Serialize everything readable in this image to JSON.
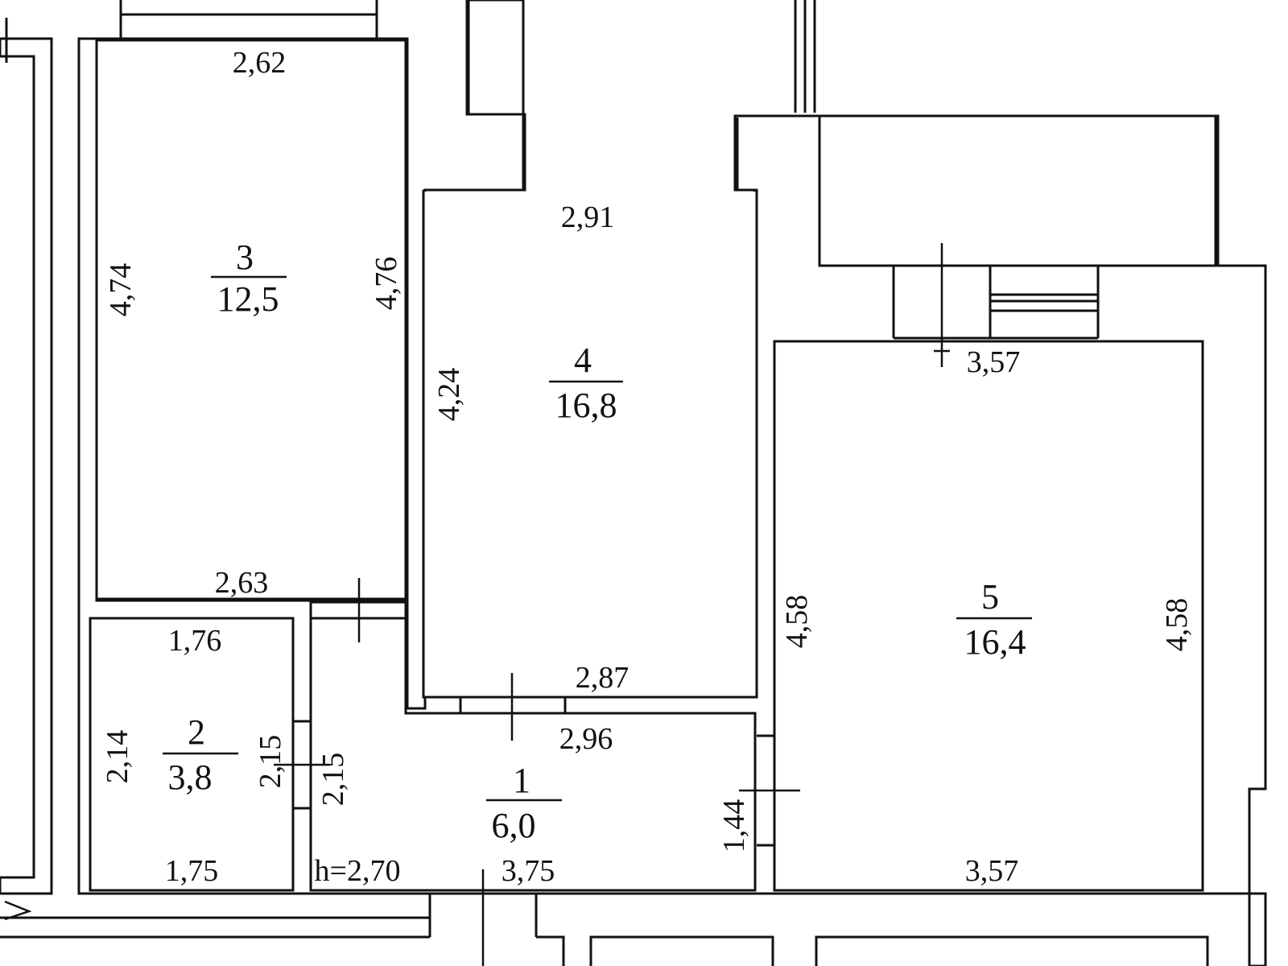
{
  "ceiling_height": "h=2,70",
  "rooms": [
    {
      "id": "1",
      "number": "1",
      "area": "6,0"
    },
    {
      "id": "2",
      "number": "2",
      "area": "3,8"
    },
    {
      "id": "3",
      "number": "3",
      "area": "12,5"
    },
    {
      "id": "4",
      "number": "4",
      "area": "16,8"
    },
    {
      "id": "5",
      "number": "5",
      "area": "16,4"
    }
  ],
  "dimensions": {
    "room3_top": "2,62",
    "room3_left": "4,74",
    "room3_right": "4,76",
    "room3_bottom": "2,63",
    "room4_top": "2,91",
    "room4_left": "4,24",
    "room4_bottom": "2,87",
    "room1_top": "2,96",
    "room1_bottom": "3,75",
    "room1_right": "1,44",
    "room2_top": "1,76",
    "room2_bottom": "1,75",
    "room2_left": "2,14",
    "room2_right": "2,15",
    "room1_left": "2,15",
    "room5_top": "3,57",
    "room5_bottom": "3,57",
    "room5_left": "4,58",
    "room5_right": "4,58"
  }
}
